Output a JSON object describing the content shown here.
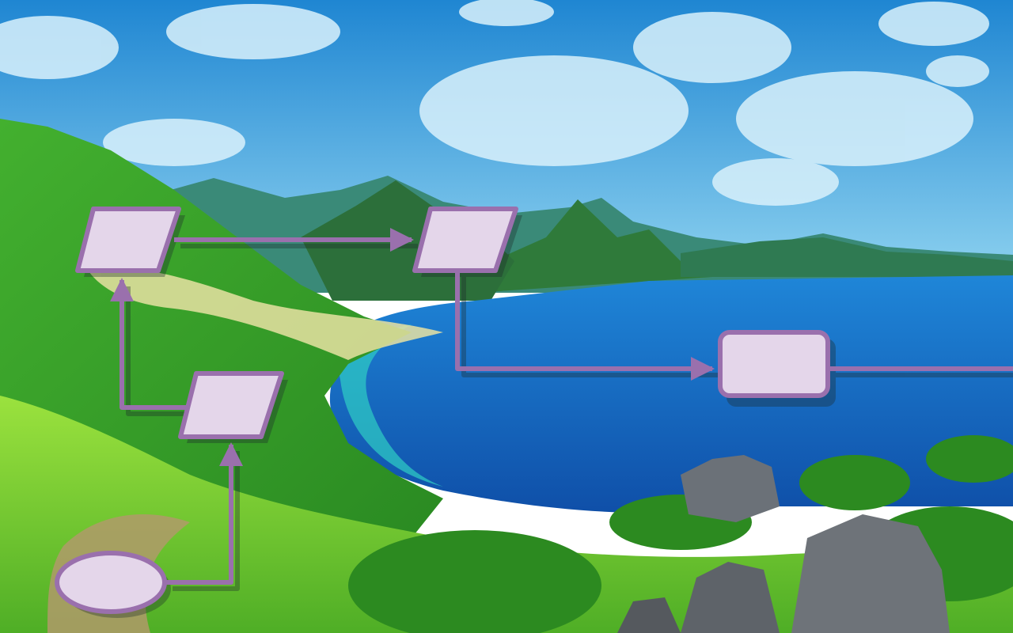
{
  "scene": {
    "description_colors": {
      "sky_top": "#1f8fd8",
      "sky_bottom": "#7cc9ee",
      "cloud": "#d8f0fb",
      "mountain_far": "#3f8a78",
      "mountain_near": "#2f7a3a",
      "grass_light": "#7fd43a",
      "grass_dark": "#2f9a2a",
      "sand": "#e9e4a6",
      "lagoon_deep": "#1456b8",
      "lagoon_mid": "#1d7fd0",
      "lagoon_shallow": "#2fd0c6",
      "rock": "#6a6f76",
      "foliage": "#2f8a22"
    }
  },
  "flowchart": {
    "colors": {
      "node_fill": "#e4d6ea",
      "node_stroke": "#9a70ad",
      "edge": "#9a70ad",
      "shadow": "#1c2a2a"
    },
    "nodes": [
      {
        "id": "start",
        "shape": "ellipse",
        "label": ""
      },
      {
        "id": "io-lower",
        "shape": "parallelogram",
        "label": ""
      },
      {
        "id": "io-upper-left",
        "shape": "parallelogram",
        "label": ""
      },
      {
        "id": "io-upper-mid",
        "shape": "parallelogram",
        "label": ""
      },
      {
        "id": "process",
        "shape": "rectangle",
        "label": ""
      }
    ],
    "edges": [
      {
        "from": "start",
        "to": "io-lower"
      },
      {
        "from": "io-lower",
        "to": "io-upper-left"
      },
      {
        "from": "io-upper-left",
        "to": "io-upper-mid"
      },
      {
        "from": "io-upper-mid",
        "to": "process"
      },
      {
        "from": "process",
        "to": "offscreen-right"
      }
    ]
  }
}
